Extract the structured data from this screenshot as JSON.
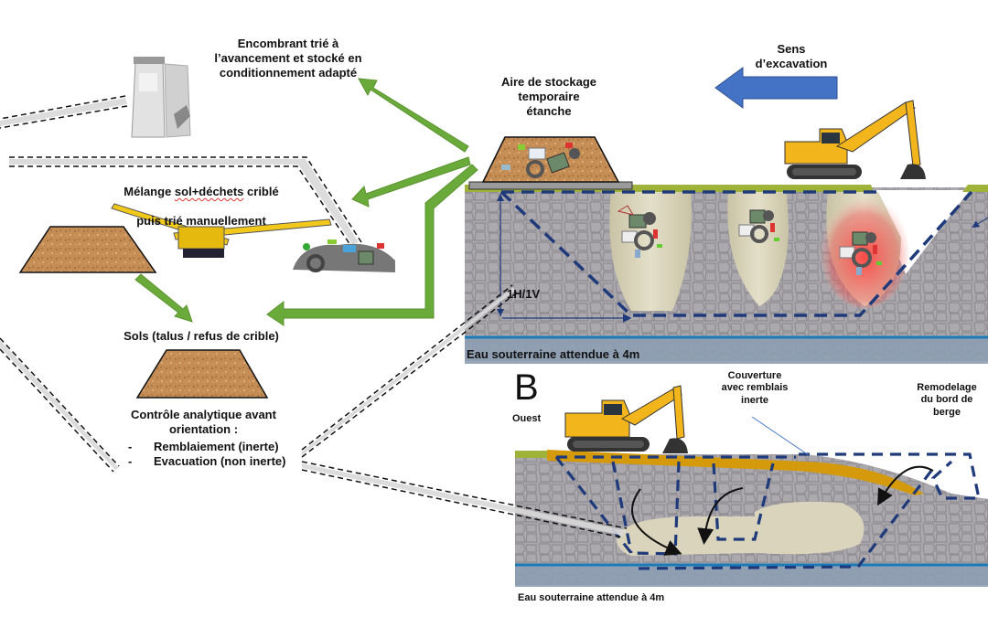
{
  "labels": {
    "bulky_waste": "Encombrant trié à\nl’avancement et stocké en\nconditionnement adapté",
    "storage_area": "Aire de stockage\ntemporaire\nétanche",
    "excavation_direction": "Sens\nd’excavation",
    "mix_prefix": "Mélange ",
    "mix_underlined": "sol+déchets",
    "mix_suffix": " criblé",
    "mix_line2": "puis trié manuellement",
    "soils": "Sols (talus / refus de crible)",
    "analytic_control": "Contrôle analytique avant\norientation :",
    "orientation_options": [
      {
        "bullet": "-",
        "text": "Remblaiement (inerte)"
      },
      {
        "bullet": "-",
        "text": "Evacuation (non inerte)"
      }
    ],
    "slope_ratio": "1H/1V",
    "groundwater_top": "Eau souterraine attendue à 4m",
    "section_b_letter": "B",
    "west": "Ouest",
    "cover_inert": "Couverture\navec remblais\ninerte",
    "bank_reshaping": "Remodelage\ndu bord de\nberge",
    "groundwater_bottom": "Eau souterraine attendue à 4m"
  },
  "colors": {
    "flow_arrow_green": "#6aaa3a",
    "excavation_arrow_blue": "#4472c4",
    "dashed_outline_navy": "#1f3a7a",
    "soil_gray": "#a9a6ab",
    "groundwater_band": "#8e9db4",
    "groundwater_line": "#1b7bb8",
    "topsoil_green": "#9fb33a",
    "cover_fill": "#d49a0c",
    "excavator_yellow": "#f2b51b",
    "soil_pile": "#c08a52",
    "contamination_red": "#e53d3d"
  }
}
